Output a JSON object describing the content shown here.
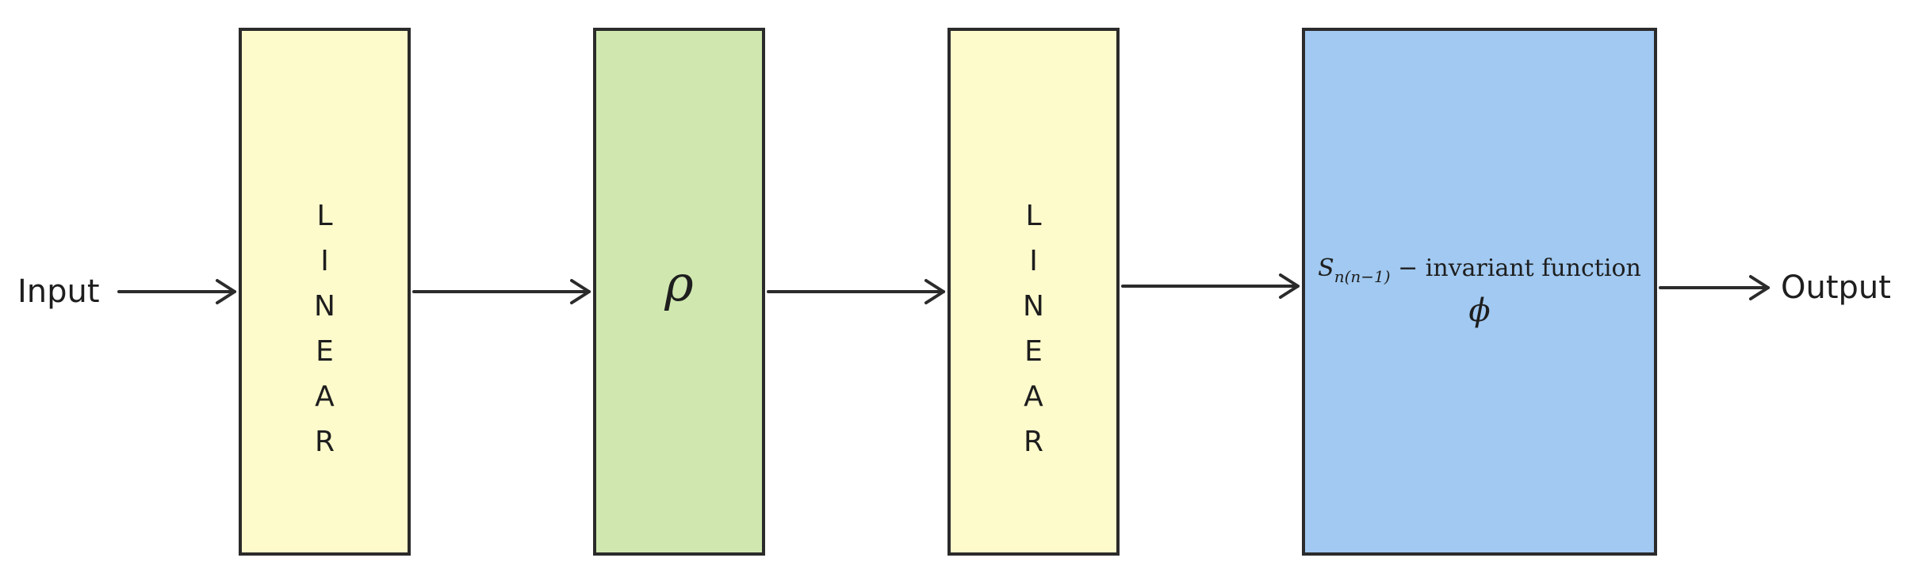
{
  "diagram": {
    "input_label": "Input",
    "output_label": "Output",
    "blocks": [
      {
        "id": "linear-1",
        "letters": [
          "L",
          "I",
          "N",
          "E",
          "A",
          "R"
        ],
        "color": "#fdfbcb"
      },
      {
        "id": "rho",
        "symbol": "ρ",
        "color": "#d0e8b0"
      },
      {
        "id": "linear-2",
        "letters": [
          "L",
          "I",
          "N",
          "E",
          "A",
          "R"
        ],
        "color": "#fdfbcb"
      },
      {
        "id": "invariant",
        "line1_S": "S",
        "line1_subscript": "n(n−1)",
        "line1_rest": " −  invariant function",
        "line2": "ϕ",
        "color": "#a1c9f1"
      }
    ],
    "border_color": "#2b2b2b",
    "arrow_color": "#2b2b2b"
  }
}
